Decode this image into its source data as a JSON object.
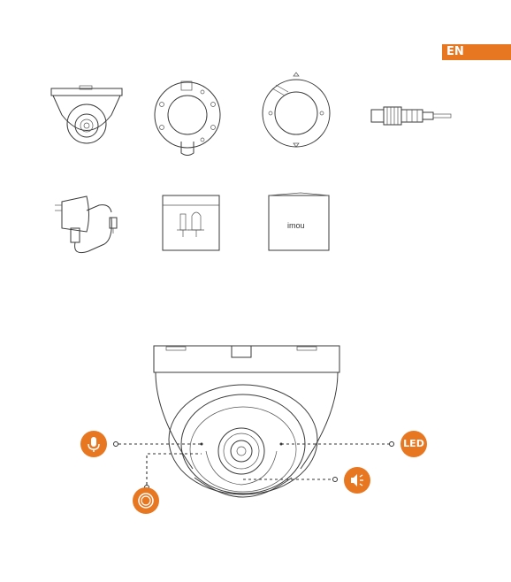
{
  "header": {
    "language_badge": "EN"
  },
  "package_contents": {
    "items": [
      {
        "name": "camera"
      },
      {
        "name": "mounting-base-back"
      },
      {
        "name": "mounting-base-front"
      },
      {
        "name": "cable-connector"
      },
      {
        "name": "power-adapter"
      },
      {
        "name": "screw-pack"
      },
      {
        "name": "user-manual",
        "label": "imou"
      }
    ]
  },
  "camera_callouts": {
    "led_label": "LED",
    "icons": [
      "microphone-icon",
      "led-icon",
      "speaker-icon",
      "reset-button-icon"
    ],
    "accent_color": "#e87722"
  }
}
